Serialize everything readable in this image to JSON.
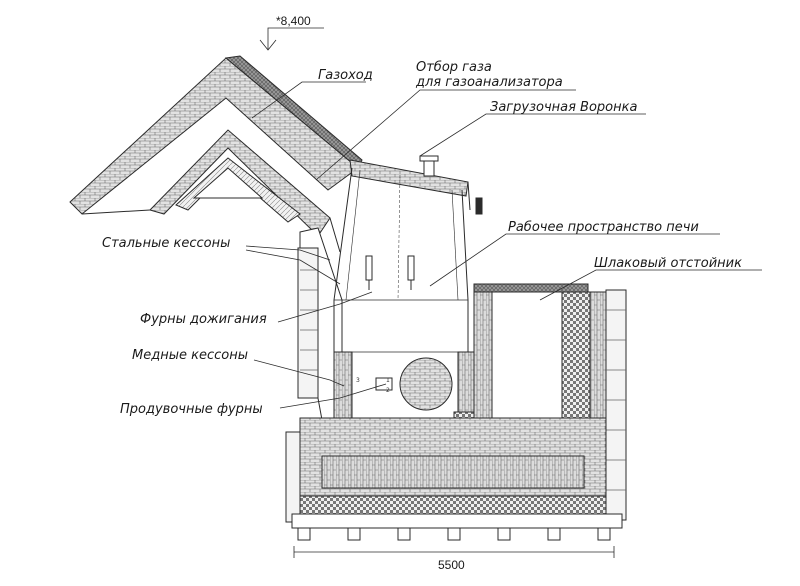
{
  "labels": {
    "gas_duct": "Газоход",
    "gas_sampling_line1": "Отбор газа",
    "gas_sampling_line2": "для газоанализатора",
    "feed_funnel": "Загрузочная Воронка",
    "furnace_working_space": "Рабочее пространство печи",
    "slag_settler": "Шлаковый отстойник",
    "steel_caissons": "Стальные кессоны",
    "afterburning_tuyeres": "Фурны дожигания",
    "copper_caissons": "Медные кессоны",
    "blowing_tuyeres": "Продувочные фурны"
  },
  "dimensions": {
    "elevation": "*8,400",
    "width": "5500"
  },
  "small_marks": [
    "1",
    "2",
    "3"
  ],
  "colors": {
    "line": "#2b2b2b",
    "brick_fill": "#d9d9d9",
    "refractory_dark": "#8c8c8c"
  }
}
